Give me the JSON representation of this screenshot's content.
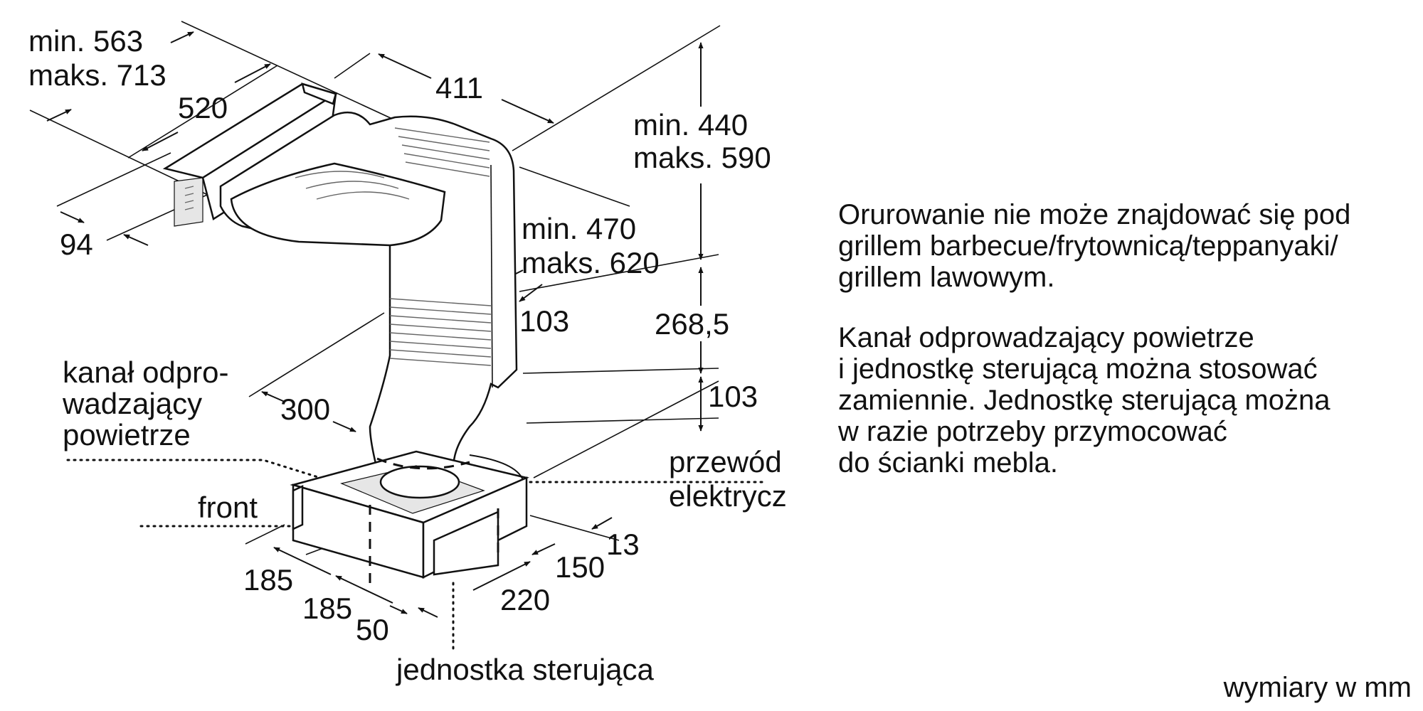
{
  "dims": {
    "min_563": "min. 563",
    "maks_713": "maks. 713",
    "d520": "520",
    "d411": "411",
    "min_440": "min. 440",
    "maks_590": "maks. 590",
    "d94": "94",
    "min_470": "min. 470",
    "maks_620": "maks. 620",
    "d103a": "103",
    "d268": "268,5",
    "d103b": "103",
    "d300": "300",
    "d13": "13",
    "d150": "150",
    "d220": "220",
    "d185a": "185",
    "d185b": "185",
    "d50": "50"
  },
  "labels": {
    "kanal": [
      "kanał odpro-",
      "wadzający",
      "powietrze"
    ],
    "front": "front",
    "przewod": [
      "przewód",
      "elektryczny"
    ],
    "jednostka": "jednostka sterująca"
  },
  "notes": {
    "p1": [
      "Orurowanie nie może znajdować się pod",
      "grillem barbecue/frytownicą/teppanyaki/",
      "grillem lawowym."
    ],
    "p2": [
      "Kanał odprowadzający powietrze",
      "i jednostkę sterującą można stosować",
      "zamiennie. Jednostkę sterującą można",
      "w razie potrzeby przymocować",
      "do ścianki mebla."
    ]
  },
  "unit": "wymiary w mm"
}
